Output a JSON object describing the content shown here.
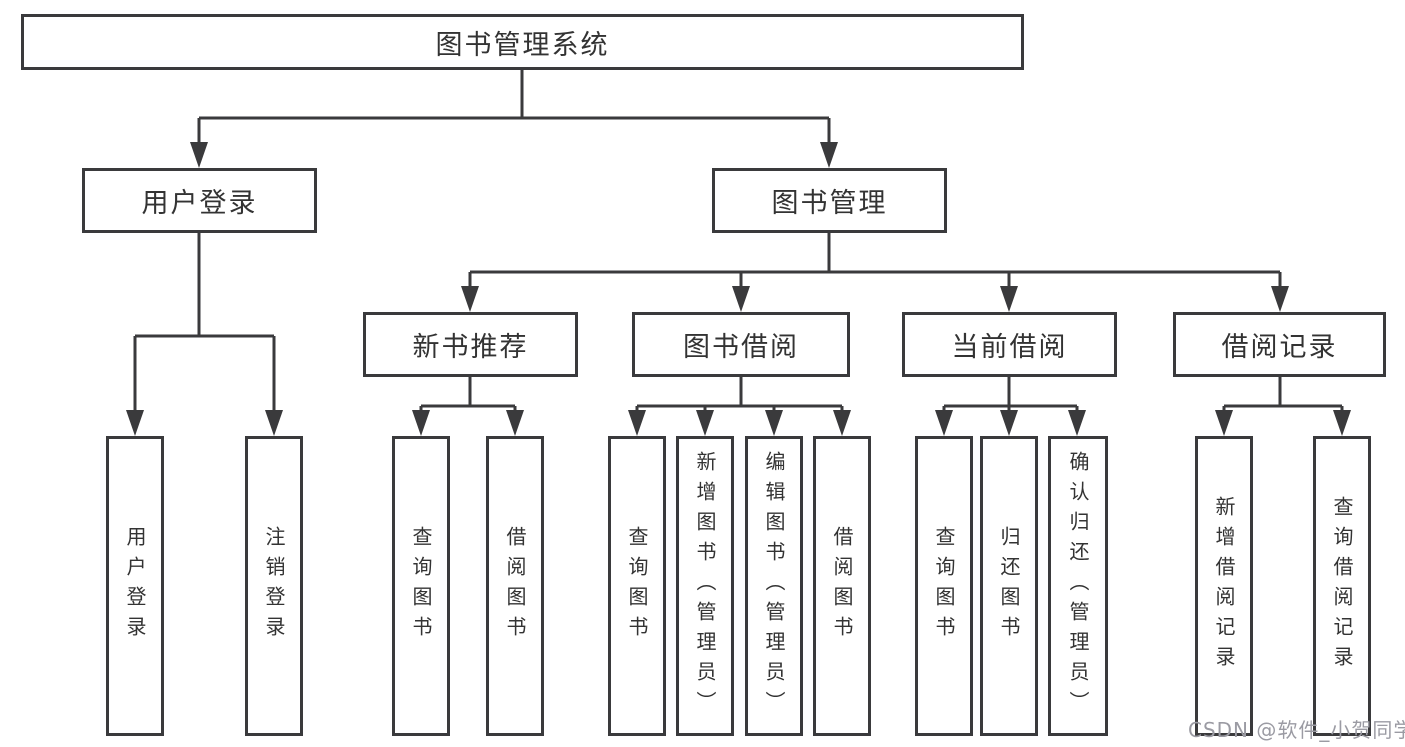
{
  "diagram": {
    "title_node": "图书管理系统",
    "root": "图书管理系统",
    "level2": [
      {
        "label": "用户登录",
        "parent": "图书管理系统"
      },
      {
        "label": "图书管理",
        "parent": "图书管理系统"
      }
    ],
    "level3": [
      {
        "label": "新书推荐",
        "parent": "图书管理"
      },
      {
        "label": "图书借阅",
        "parent": "图书管理"
      },
      {
        "label": "当前借阅",
        "parent": "图书管理"
      },
      {
        "label": "借阅记录",
        "parent": "图书管理"
      }
    ],
    "leaves": [
      {
        "label": "用户登录",
        "parent": "用户登录"
      },
      {
        "label": "注销登录",
        "parent": "用户登录"
      },
      {
        "label": "查询图书",
        "parent": "新书推荐"
      },
      {
        "label": "借阅图书",
        "parent": "新书推荐"
      },
      {
        "label": "查询图书",
        "parent": "图书借阅"
      },
      {
        "label": "新增图书（管理员）",
        "parent": "图书借阅"
      },
      {
        "label": "编辑图书（管理员）",
        "parent": "图书借阅"
      },
      {
        "label": "借阅图书",
        "parent": "图书借阅"
      },
      {
        "label": "查询图书",
        "parent": "当前借阅"
      },
      {
        "label": "归还图书",
        "parent": "当前借阅"
      },
      {
        "label": "确认归还（管理员）",
        "parent": "当前借阅"
      },
      {
        "label": "新增借阅记录",
        "parent": "借阅记录"
      },
      {
        "label": "查询借阅记录",
        "parent": "借阅记录"
      }
    ]
  },
  "watermark": "CSDN @软件_小贺同学",
  "colors": {
    "line": "#3a3a3c",
    "text": "#333333",
    "watermark": "#9b9ba3",
    "background": "#ffffff"
  }
}
